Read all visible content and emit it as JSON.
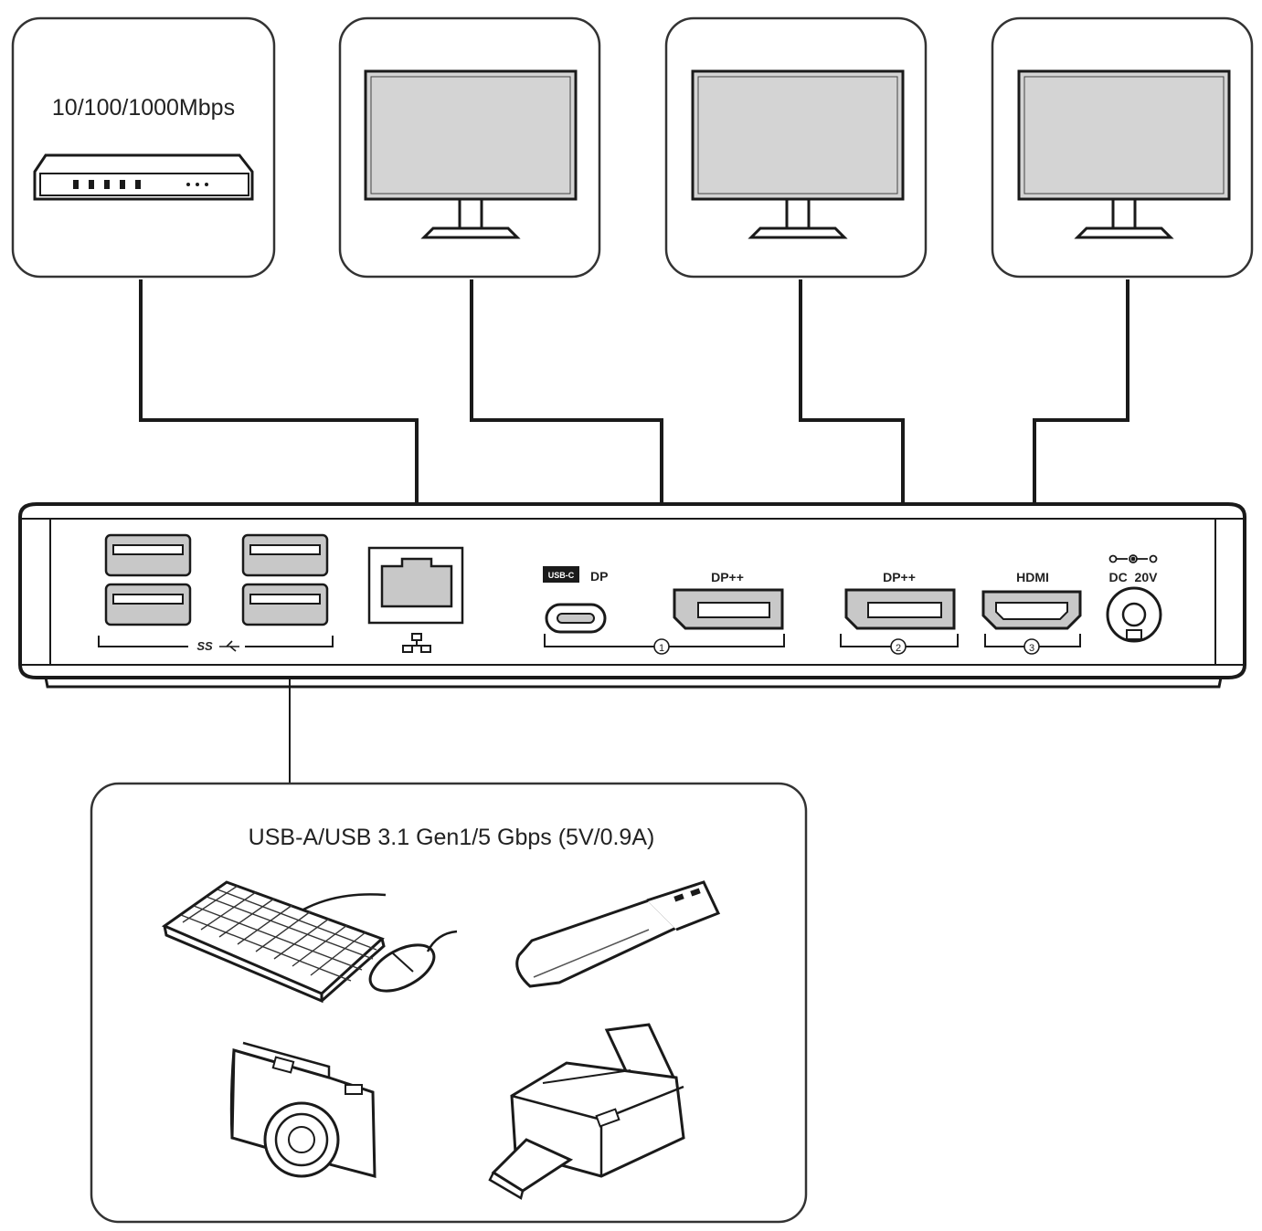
{
  "ethernet_speed": "10/100/1000Mbps",
  "usb_devices_label": "USB-A/USB 3.1 Gen1/5 Gbps (5V/0.9A)",
  "ports": {
    "usb_logo": "SS",
    "usbc_badge": "USB-C",
    "usbc_dp": "DP",
    "dp1": "DP++",
    "dp2": "DP++",
    "hdmi": "HDMI",
    "dc": "DC  20V",
    "num1": "1",
    "num2": "2",
    "num3": "3"
  },
  "icons": [
    "network-switch-icon",
    "monitor-icon",
    "usb-a-port-icon",
    "ethernet-port-icon",
    "usb-c-port-icon",
    "displayport-port-icon",
    "hdmi-port-icon",
    "dc-jack-icon",
    "keyboard-icon",
    "mouse-icon",
    "usb-flash-drive-icon",
    "camera-icon",
    "printer-icon"
  ],
  "colors": {
    "line": "#1a1a1a",
    "screen": "#d4d4d4",
    "port_fill": "#c8c8c8"
  }
}
